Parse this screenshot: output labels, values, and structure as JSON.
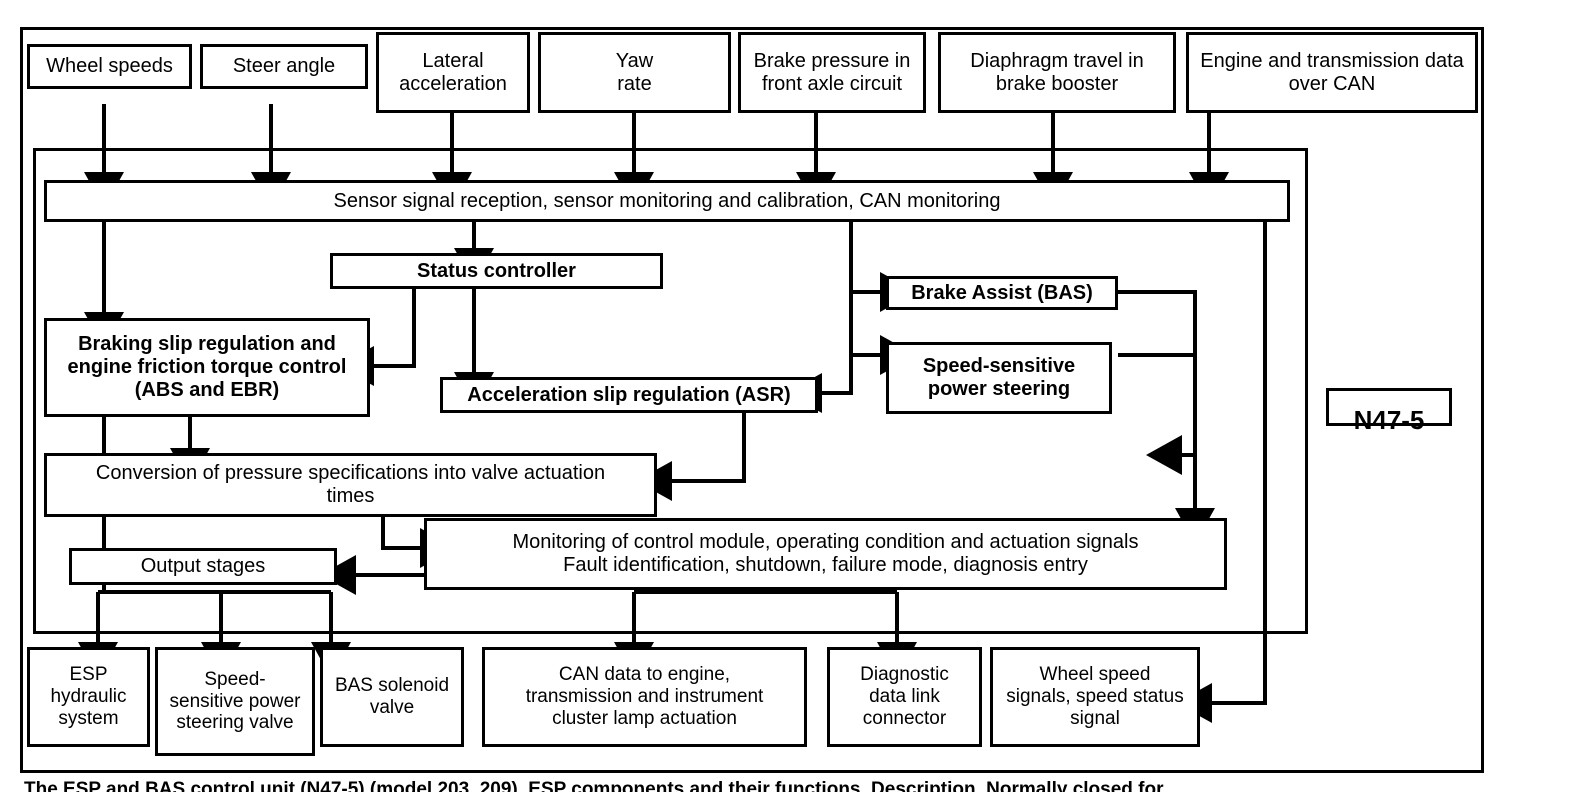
{
  "diagram": {
    "label_id": "N47-5",
    "caption": "The ESP and BAS control unit (N47-5) (model 203, 209), ESP components and their functions, Description, Normally closed for ...",
    "inputs": [
      {
        "id": "wheel-speeds",
        "text": "Wheel speeds"
      },
      {
        "id": "steer-angle",
        "text": "Steer angle"
      },
      {
        "id": "lateral-acceleration",
        "text": "Lateral\nacceleration"
      },
      {
        "id": "yaw-rate",
        "text": "Yaw\nrate"
      },
      {
        "id": "brake-pressure",
        "text": "Brake pressure in\nfront axle circuit"
      },
      {
        "id": "diaphragm-travel",
        "text": "Diaphragm travel in\nbrake booster"
      },
      {
        "id": "engine-can",
        "text": "Engine and transmission data\nover CAN"
      }
    ],
    "control_unit": {
      "sensor_bar": "Sensor signal reception, sensor monitoring and calibration, CAN monitoring",
      "status_controller": "Status controller",
      "braking_slip": "Braking slip regulation and\nengine friction torque control\n(ABS and EBR)",
      "asr": "Acceleration slip regulation (ASR)",
      "bas": "Brake Assist (BAS)",
      "power_steering": "Speed-sensitive\npower steering",
      "conversion": "Conversion of pressure specifications into valve actuation\ntimes",
      "output_stages": "Output stages",
      "monitoring": "Monitoring of control module, operating condition and actuation signals\nFault identification, shutdown, failure mode, diagnosis entry"
    },
    "outputs": [
      {
        "id": "esp-hydraulic",
        "text": "ESP\nhydraulic\nsystem"
      },
      {
        "id": "power-steering-valve",
        "text": "Speed-\nsensitive power\nsteering valve"
      },
      {
        "id": "bas-solenoid",
        "text": "BAS solenoid\nvalve"
      },
      {
        "id": "can-data",
        "text": "CAN data to engine,\ntransmission and instrument\ncluster lamp actuation"
      },
      {
        "id": "diagnostic-connector",
        "text": "Diagnostic\ndata link\nconnector"
      },
      {
        "id": "wheel-speed-signals",
        "text": "Wheel speed\nsignals, speed status\nsignal"
      }
    ]
  }
}
